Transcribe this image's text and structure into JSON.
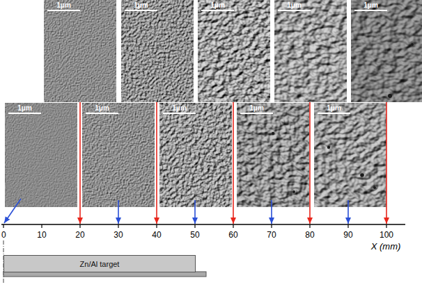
{
  "diagram": {
    "nodes": [
      {
        "text": [
          "1μm"
        ]
      },
      {
        "text": [
          "1μm"
        ]
      },
      {
        "text": [
          "1μm"
        ]
      },
      {
        "text": [
          "1μm"
        ]
      },
      {
        "text": [
          "1μm"
        ]
      },
      {
        "text": [
          "1μm"
        ]
      },
      {
        "text": [
          "1μm"
        ]
      },
      {
        "text": [
          "1μm"
        ]
      },
      {
        "text": [
          "1μm"
        ]
      },
      {
        "text": [
          "1μm"
        ]
      },
      {
        "text": [
          "Zn/Al target"
        ]
      }
    ],
    "labels": [
      "0",
      "10",
      "20",
      "30",
      "40",
      "50",
      "60",
      "70",
      "80",
      "90",
      "100",
      "X (mm)"
    ]
  }
}
